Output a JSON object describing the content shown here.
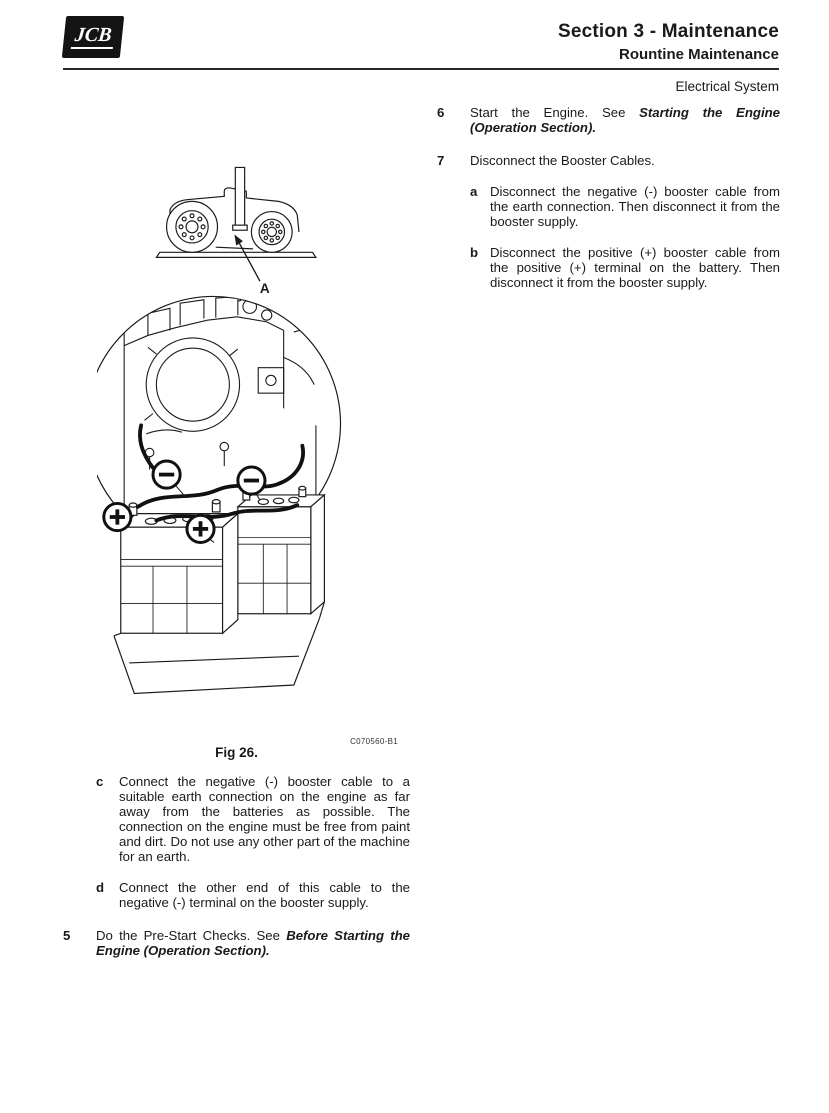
{
  "header": {
    "logo_text": "JCB",
    "title": "Section 3 - Maintenance",
    "subtitle": "Rountine Maintenance",
    "system": "Electrical System"
  },
  "figure": {
    "callout_label": "A",
    "caption": "Fig 26.",
    "code": "C070560-B1"
  },
  "left_column": {
    "item_c": {
      "label": "c",
      "text": "Connect the negative (-) booster cable to a suitable earth connection on the engine as far away from the batteries as possible. The connection on the engine must be free from paint and dirt. Do not use any other part of the machine for an earth."
    },
    "item_d": {
      "label": "d",
      "text": "Connect the other end of this cable to the negative (-) terminal on the booster supply."
    },
    "item_5": {
      "number": "5",
      "text_plain": "Do the Pre-Start Checks. See ",
      "text_emphasis": "Before Starting the Engine (Operation Section)."
    }
  },
  "right_column": {
    "item_6": {
      "number": "6",
      "text_plain": "Start the Engine. See ",
      "text_emphasis": "Starting the Engine (Operation Section)."
    },
    "item_7": {
      "number": "7",
      "text": "Disconnect the Booster Cables."
    },
    "item_a": {
      "label": "a",
      "text": "Disconnect the negative (-) booster cable from the earth connection. Then disconnect it from the booster supply."
    },
    "item_b": {
      "label": "b",
      "text": "Disconnect the positive (+) booster cable from the positive (+) terminal on the battery. Then disconnect it from the booster supply."
    }
  }
}
